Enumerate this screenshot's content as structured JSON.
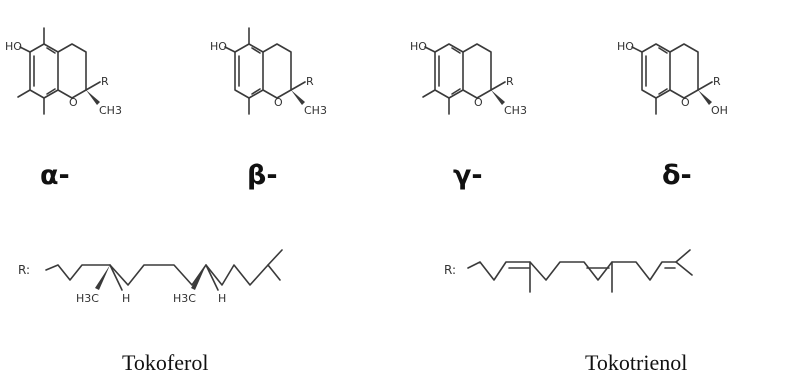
{
  "tocopherol_forms": [
    {
      "id": "alpha",
      "label": "α-",
      "groups": {
        "oh": "HO",
        "o": "O",
        "r": "R",
        "c2": "CH3"
      }
    },
    {
      "id": "beta",
      "label": "β-",
      "groups": {
        "oh": "HO",
        "o": "O",
        "r": "R",
        "c2": "CH3"
      }
    },
    {
      "id": "gamma",
      "label": "γ-",
      "groups": {
        "oh": "HO",
        "o": "O",
        "r": "R",
        "c2": "CH3"
      }
    },
    {
      "id": "delta",
      "label": "δ-",
      "groups": {
        "oh": "HO",
        "o": "O",
        "r": "R",
        "c2": "OH"
      }
    }
  ],
  "side_chains": {
    "tocopherol": {
      "r_label": "R:",
      "stereo_left": "H3C",
      "stereo_left_h": "H",
      "stereo_right": "H3C",
      "stereo_right_h": "H",
      "caption": "Tokoferol"
    },
    "tocotrienol": {
      "r_label": "R:",
      "caption": "Tokotrienol"
    }
  }
}
